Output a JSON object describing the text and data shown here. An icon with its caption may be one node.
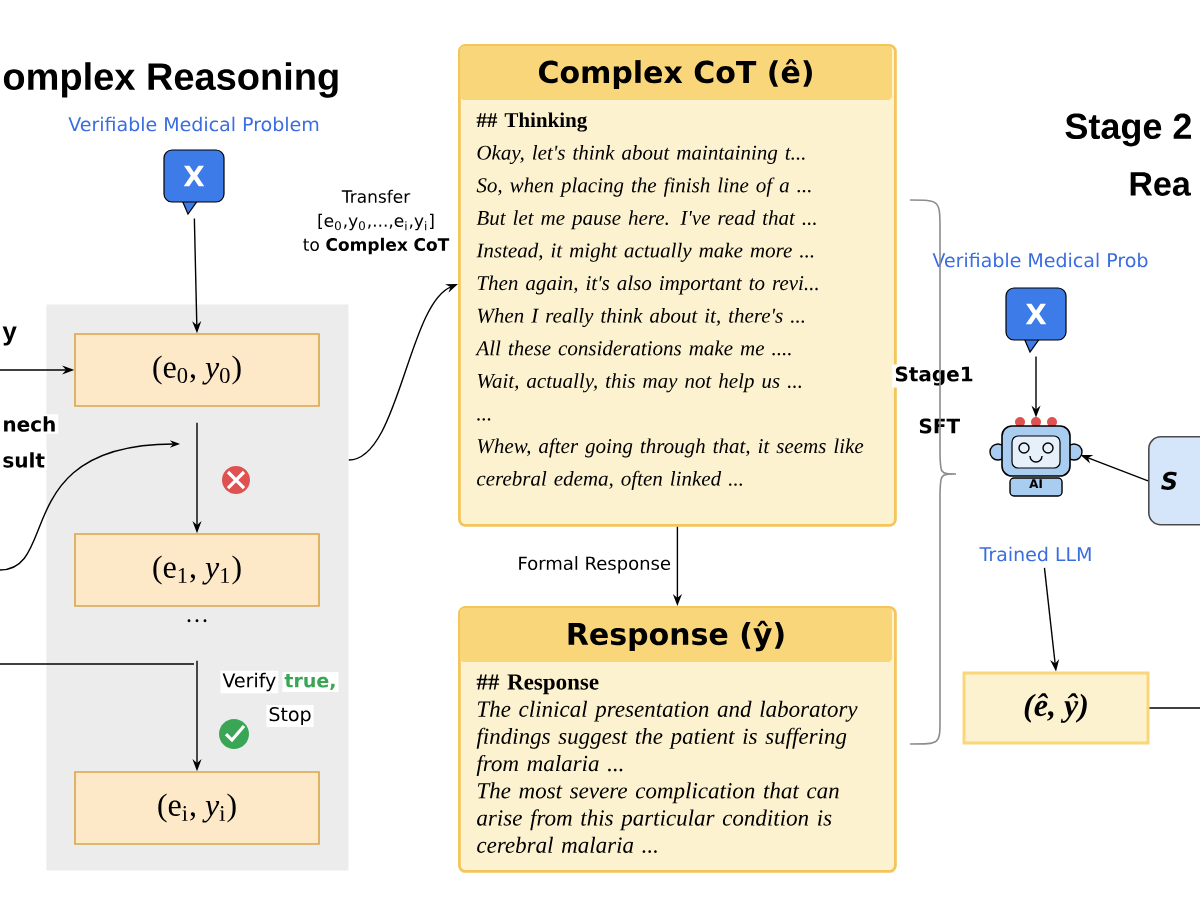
{
  "diagram": {
    "nodes": [
      {
        "text": [
          "X"
        ],
        "beside": [
          "Verifiable Medical Problem"
        ]
      },
      {
        "text": [],
        "shape": "box"
      },
      {
        "text": [
          "(e$_{0}$, *y*$_{0}$)"
        ],
        "in": 1
      },
      {
        "text": [
          "(e$_{1}$, *y*$_{1}$)"
        ],
        "in": 1,
        "beside": [
          "···"
        ]
      },
      {
        "text": [
          "(e$_{i}$, *y*$_{i}$)"
        ],
        "in": 1
      },
      {
        "text": [
          "Complex CoT (ê)",
          "## Thinking",
          "Okay, let's think about maintaining t...",
          "So, when placing the finish line of a ...",
          "But let me pause here. I've read that ...",
          "Instead, it might actually make more ...",
          "Then again, it's also important to revi...",
          "When I really think about it, there's ...",
          "All these considerations make me ....",
          "Wait, actually, this may not help us ...",
          "...",
          "Whew, after going through that, it seems like cerebral edema, often linked ..."
        ]
      },
      {
        "text": [
          "Response (ŷ)",
          "## Response",
          "The clinical presentation and laboratory findings suggest the patient is suffering from malaria ...",
          "The most severe complication that can arise from this particular condition is cerebral malaria ..."
        ]
      },
      {
        "text": [
          "X"
        ],
        "beside": [
          "Verifiable Medical Prob"
        ]
      },
      {
        "text": [
          "AI"
        ],
        "beside": [
          "Trained LLM"
        ]
      },
      {
        "text": [
          "S"
        ]
      },
      {
        "text": [
          "(ê, ŷ)"
        ]
      }
    ],
    "edges": [
      {
        "from": 0,
        "to": 2,
        "arrow": "to"
      },
      {
        "from": null,
        "to": 2,
        "arrow": "to"
      },
      {
        "from": 2,
        "to": 3,
        "arrow": "to"
      },
      {
        "from": 3,
        "to": 4,
        "arrow": "to"
      },
      {
        "from": 1,
        "to": 5,
        "arrow": "to",
        "label": "Transfer [e$_{0}$,y$_{0}$,...,e$_{i}$,y$_{i}$] to **Complex CoT**"
      },
      {
        "from": 5,
        "to": 6,
        "arrow": "to",
        "label": "Formal Response"
      },
      {
        "from": 7,
        "to": 8,
        "arrow": "to"
      },
      {
        "from": 9,
        "to": 8,
        "arrow": "to"
      },
      {
        "from": 8,
        "to": 10,
        "arrow": "to"
      },
      {
        "from": 10,
        "to": null,
        "arrow": "none"
      }
    ],
    "labels": [
      "omplex Reasoning",
      "y",
      "nech",
      "sult",
      "Verify",
      "true,",
      "Stop",
      "Stage 2",
      "Rea",
      "Stage1",
      "SFT"
    ]
  }
}
